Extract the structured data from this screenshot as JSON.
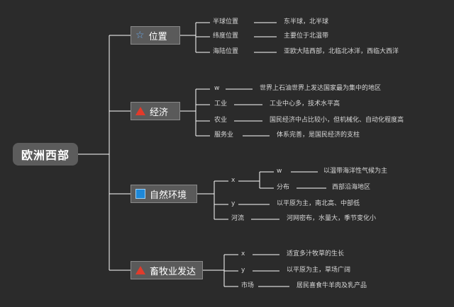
{
  "root": {
    "label": "欧洲西部"
  },
  "branches": [
    {
      "label": "位置",
      "icon": "star-icon",
      "items": [
        {
          "key": "半球位置",
          "value": "东半球，北半球"
        },
        {
          "key": "纬度位置",
          "value": "主要位于北温带"
        },
        {
          "key": "海陆位置",
          "value": "亚欧大陆西部，北临北冰洋，西临大西洋"
        }
      ]
    },
    {
      "label": "经济",
      "icon": "red-triangle-icon",
      "items": [
        {
          "key": "w",
          "value": "世界上石油世界上发达国家最为集中的地区"
        },
        {
          "key": "工业",
          "value": "工业中心多，技术水平高"
        },
        {
          "key": "农业",
          "value": "国民经济中占比较小，但机械化、自动化程度高"
        },
        {
          "key": "服务业",
          "value": "体系完善，是国民经济的支柱"
        }
      ]
    },
    {
      "label": "自然环境",
      "icon": "blue-square-icon",
      "sub": {
        "key": "x",
        "items": [
          {
            "key": "w",
            "value": "以温带海洋性气候为主"
          },
          {
            "key": "分布",
            "value": "西部沿海地区"
          }
        ]
      },
      "items": [
        {
          "key": "y",
          "value": "以平原为主，南北高、中部低"
        },
        {
          "key": "河流",
          "value": "河网密布，水量大，季节变化小"
        }
      ]
    },
    {
      "label": "畜牧业发达",
      "icon": "red-triangle-icon",
      "items": [
        {
          "key": "x",
          "value": "适宜多汁牧草的生长"
        },
        {
          "key": "y",
          "value": "以平原为主，草场广阔"
        },
        {
          "key": "市场",
          "value": "居民喜食牛羊肉及乳产品"
        }
      ]
    }
  ]
}
